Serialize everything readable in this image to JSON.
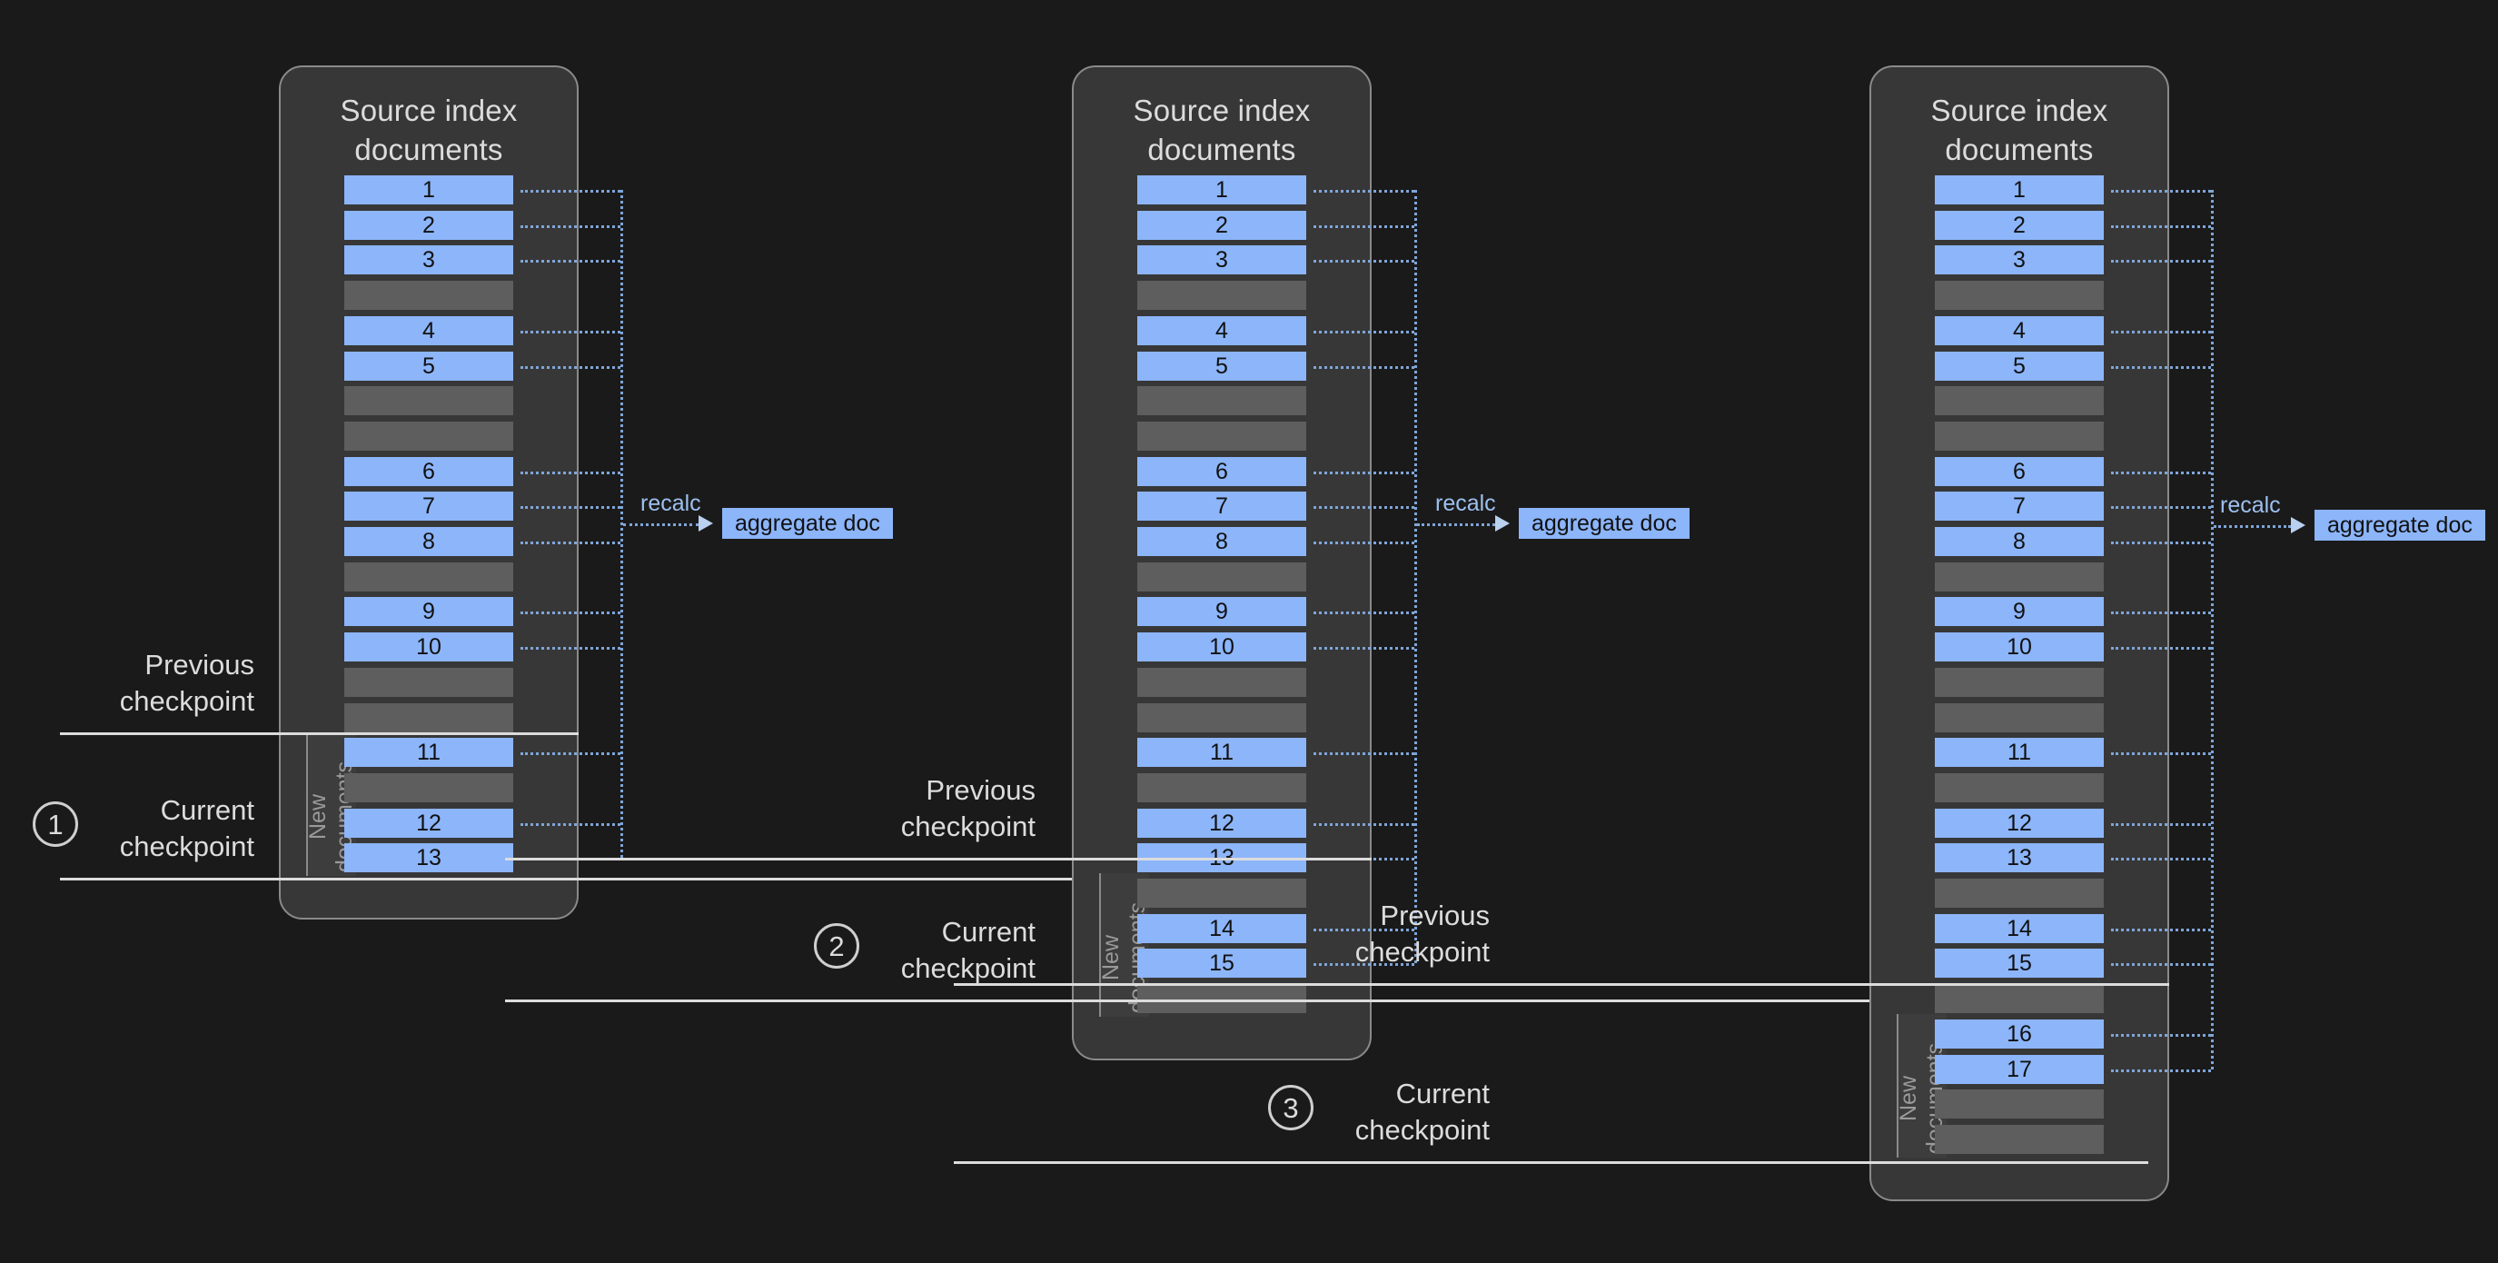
{
  "page": {
    "background": "#1a1a1a",
    "doc_color": "#8cb5fa",
    "empty_color": "#5e5e5e",
    "panel_color": "#373737",
    "connector_color": "#7fa5d8"
  },
  "panels": [
    {
      "title": "Source index\ndocuments",
      "new_documents_label": "New\ndocuments",
      "rows": [
        {
          "label": "1",
          "type": "doc"
        },
        {
          "label": "2",
          "type": "doc"
        },
        {
          "label": "3",
          "type": "doc"
        },
        {
          "label": "",
          "type": "empty"
        },
        {
          "label": "4",
          "type": "doc"
        },
        {
          "label": "5",
          "type": "doc"
        },
        {
          "label": "",
          "type": "empty"
        },
        {
          "label": "",
          "type": "empty"
        },
        {
          "label": "6",
          "type": "doc"
        },
        {
          "label": "7",
          "type": "doc"
        },
        {
          "label": "8",
          "type": "doc"
        },
        {
          "label": "",
          "type": "empty"
        },
        {
          "label": "9",
          "type": "doc"
        },
        {
          "label": "10",
          "type": "doc"
        },
        {
          "label": "",
          "type": "empty"
        },
        {
          "label": "",
          "type": "empty"
        },
        {
          "label": "11",
          "type": "doc"
        },
        {
          "label": "",
          "type": "empty"
        },
        {
          "label": "12",
          "type": "doc"
        },
        {
          "label": "13",
          "type": "doc"
        }
      ],
      "checkpoint_row_index": 16,
      "recalc_label": "recalc",
      "aggregate_label": "aggregate doc"
    },
    {
      "title": "Source index\ndocuments",
      "new_documents_label": "New\ndocuments",
      "rows": [
        {
          "label": "1",
          "type": "doc"
        },
        {
          "label": "2",
          "type": "doc"
        },
        {
          "label": "3",
          "type": "doc"
        },
        {
          "label": "",
          "type": "empty"
        },
        {
          "label": "4",
          "type": "doc"
        },
        {
          "label": "5",
          "type": "doc"
        },
        {
          "label": "",
          "type": "empty"
        },
        {
          "label": "",
          "type": "empty"
        },
        {
          "label": "6",
          "type": "doc"
        },
        {
          "label": "7",
          "type": "doc"
        },
        {
          "label": "8",
          "type": "doc"
        },
        {
          "label": "",
          "type": "empty"
        },
        {
          "label": "9",
          "type": "doc"
        },
        {
          "label": "10",
          "type": "doc"
        },
        {
          "label": "",
          "type": "empty"
        },
        {
          "label": "",
          "type": "empty"
        },
        {
          "label": "11",
          "type": "doc"
        },
        {
          "label": "",
          "type": "empty"
        },
        {
          "label": "12",
          "type": "doc"
        },
        {
          "label": "13",
          "type": "doc"
        },
        {
          "label": "",
          "type": "empty"
        },
        {
          "label": "14",
          "type": "doc"
        },
        {
          "label": "15",
          "type": "doc"
        },
        {
          "label": "",
          "type": "empty"
        }
      ],
      "checkpoint_row_index": 20,
      "recalc_label": "recalc",
      "aggregate_label": "aggregate doc"
    },
    {
      "title": "Source index\ndocuments",
      "new_documents_label": "New\ndocuments",
      "rows": [
        {
          "label": "1",
          "type": "doc"
        },
        {
          "label": "2",
          "type": "doc"
        },
        {
          "label": "3",
          "type": "doc"
        },
        {
          "label": "",
          "type": "empty"
        },
        {
          "label": "4",
          "type": "doc"
        },
        {
          "label": "5",
          "type": "doc"
        },
        {
          "label": "",
          "type": "empty"
        },
        {
          "label": "",
          "type": "empty"
        },
        {
          "label": "6",
          "type": "doc"
        },
        {
          "label": "7",
          "type": "doc"
        },
        {
          "label": "8",
          "type": "doc"
        },
        {
          "label": "",
          "type": "empty"
        },
        {
          "label": "9",
          "type": "doc"
        },
        {
          "label": "10",
          "type": "doc"
        },
        {
          "label": "",
          "type": "empty"
        },
        {
          "label": "",
          "type": "empty"
        },
        {
          "label": "11",
          "type": "doc"
        },
        {
          "label": "",
          "type": "empty"
        },
        {
          "label": "12",
          "type": "doc"
        },
        {
          "label": "13",
          "type": "doc"
        },
        {
          "label": "",
          "type": "empty"
        },
        {
          "label": "14",
          "type": "doc"
        },
        {
          "label": "15",
          "type": "doc"
        },
        {
          "label": "",
          "type": "empty"
        },
        {
          "label": "16",
          "type": "doc"
        },
        {
          "label": "17",
          "type": "doc"
        },
        {
          "label": "",
          "type": "empty"
        },
        {
          "label": "",
          "type": "empty"
        }
      ],
      "checkpoint_row_index": 24,
      "recalc_label": "recalc",
      "aggregate_label": "aggregate doc"
    }
  ],
  "checkpoints": [
    {
      "number": "1",
      "previous_label": "Previous\ncheckpoint",
      "current_label": "Current\ncheckpoint"
    },
    {
      "number": "2",
      "previous_label": "Previous\ncheckpoint",
      "current_label": "Current\ncheckpoint"
    },
    {
      "number": "3",
      "previous_label": "Previous\ncheckpoint",
      "current_label": "Current\ncheckpoint"
    }
  ]
}
